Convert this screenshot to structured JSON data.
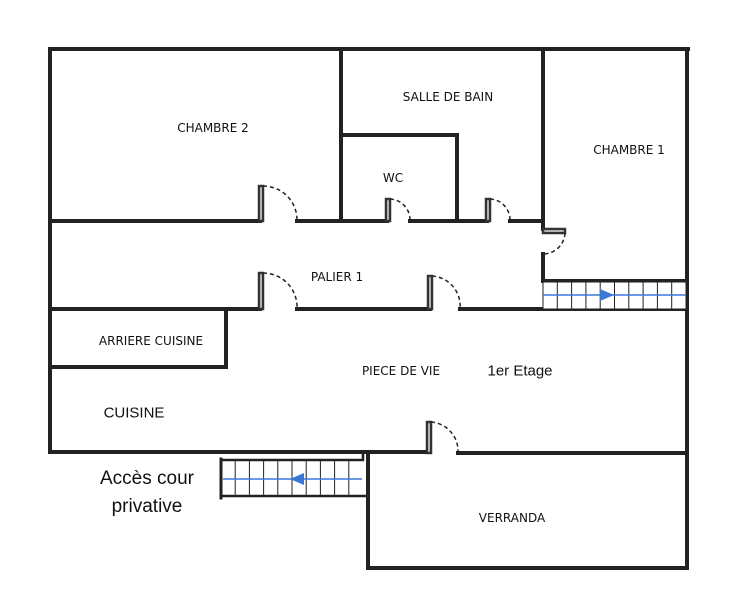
{
  "plan": {
    "level_label": "1er Etage",
    "rooms": {
      "chambre2": "CHAMBRE 2",
      "salle_de_bain": "SALLE DE BAIN",
      "wc": "WC",
      "chambre1": "CHAMBRE 1",
      "palier": "PALIER 1",
      "arriere_cuisine": "ARRIERE CUISINE",
      "piece_de_vie": "PIECE DE VIE",
      "cuisine": "CUISINE",
      "verranda": "VERRANDA"
    },
    "access_label_line1": "Accès cour",
    "access_label_line2": "privative",
    "stair_arrow_color": "#3a78d8"
  }
}
